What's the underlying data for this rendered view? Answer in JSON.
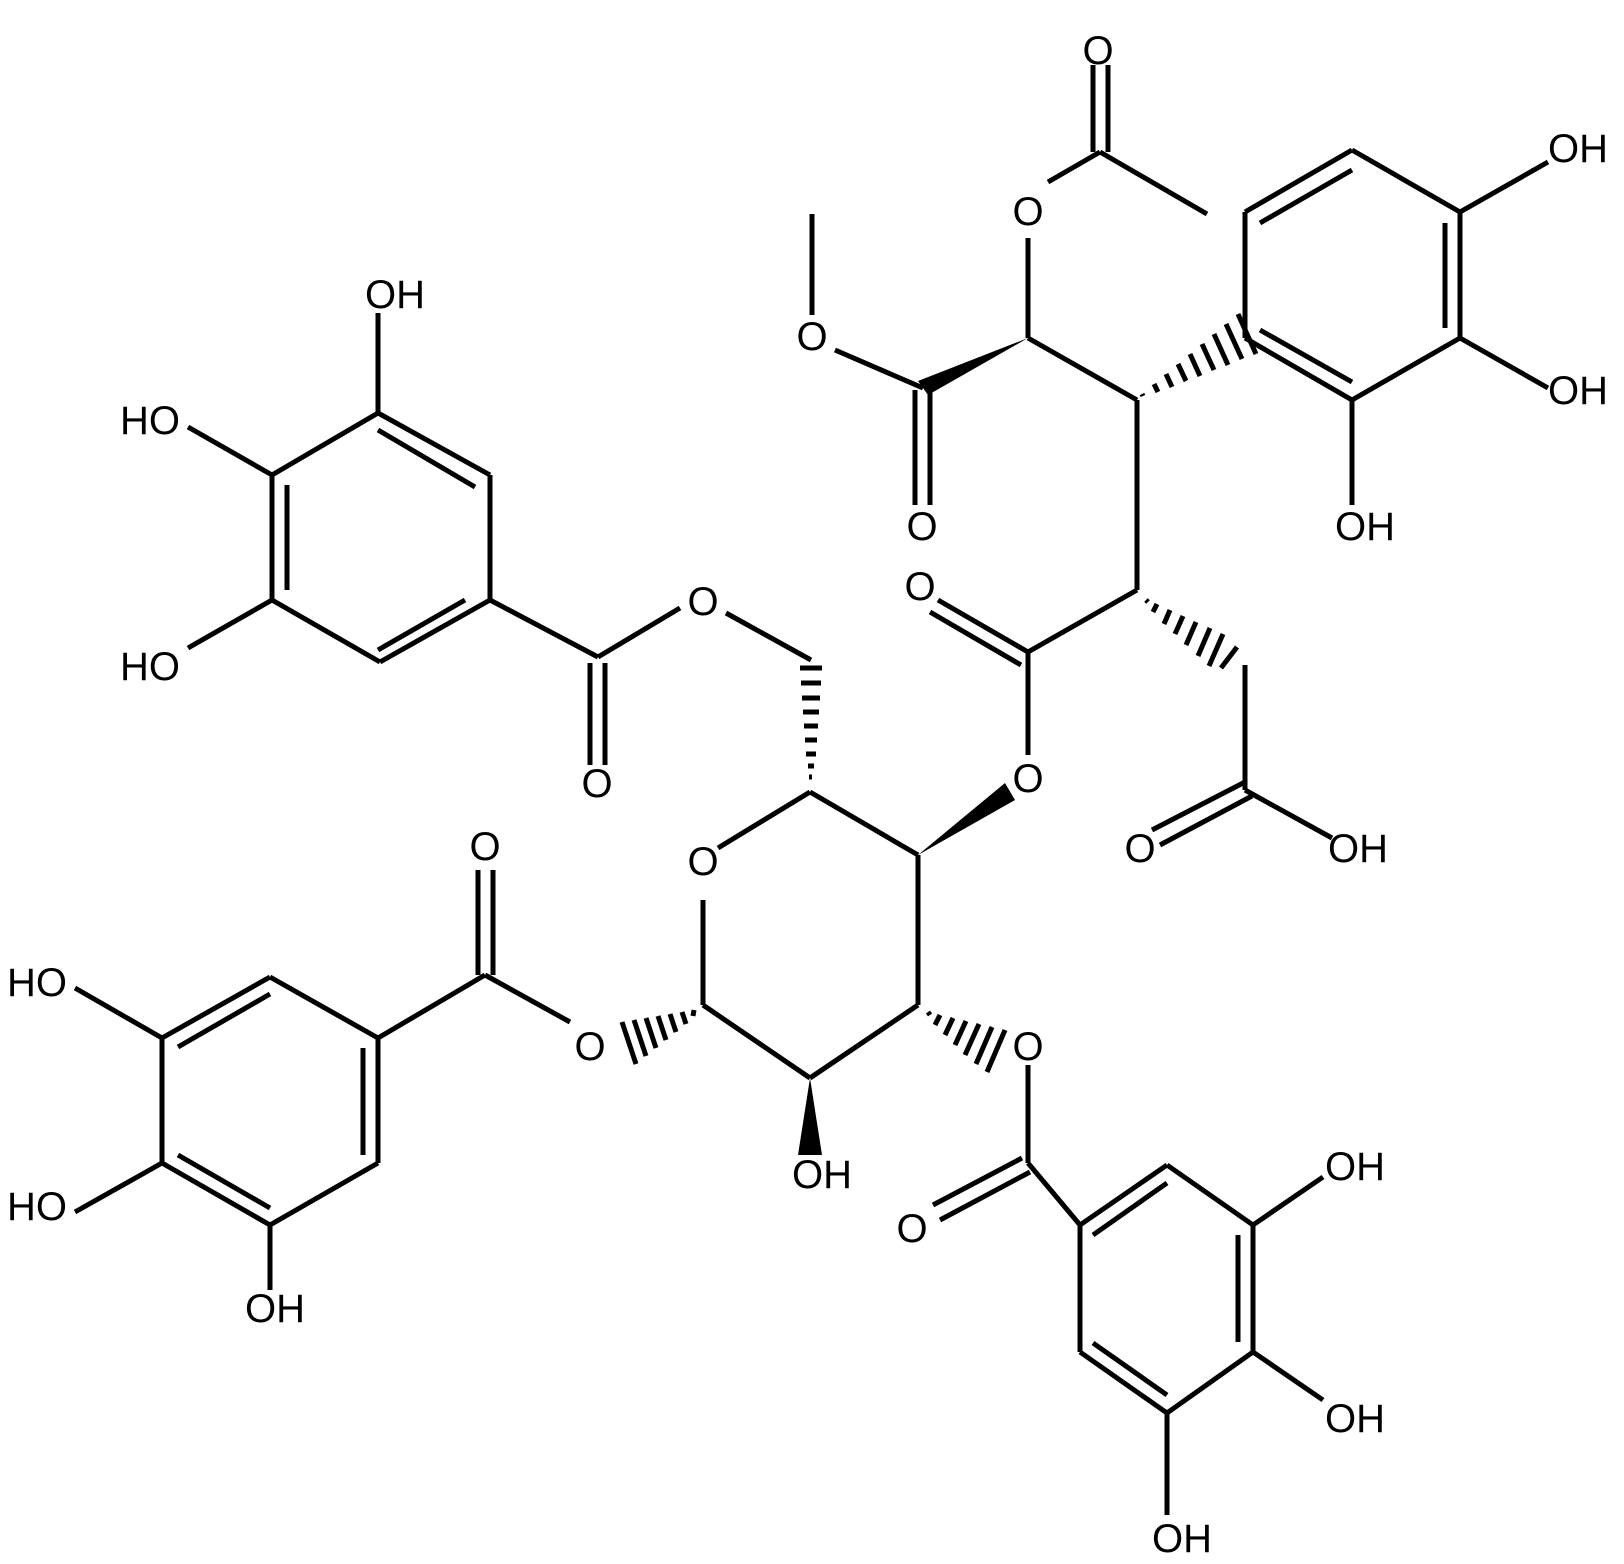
{
  "diagram": {
    "type": "chemical-structure",
    "colors": {
      "background": "#ffffff",
      "ink": "#000000"
    },
    "labels": {
      "lactone_carbonyl_O": "O",
      "lactone_ring_O": "O",
      "methyl_ester_O": "O",
      "methyl_ester_carbonyl_O": "O",
      "aryl_OH_1": "OH",
      "aryl_OH_2": "OH",
      "aryl_OH_3": "OH",
      "succinyl_ester_carbonyl_O": "O",
      "succinyl_ester_O": "O",
      "acid_carbonyl_O": "O",
      "acid_OH": "OH",
      "gallate6_O_link": "O",
      "gallate6_carbonyl_O": "O",
      "gallate6_OH_top": "OH",
      "gallate6_OH_mid": "HO",
      "gallate6_OH_low": "HO",
      "sugar_ring_O": "O",
      "gallate1_carbonyl_O": "O",
      "gallate1_O_link": "O",
      "gallate1_OH_top": "HO",
      "gallate1_OH_mid": "HO",
      "gallate1_OH_bottom": "OH",
      "sugar_C2_OH": "OH",
      "gallate3_O_link": "O",
      "gallate3_carbonyl_O": "O",
      "gallate3_OH_top": "OH",
      "gallate3_OH_mid": "OH",
      "gallate3_OH_bottom": "OH"
    }
  }
}
